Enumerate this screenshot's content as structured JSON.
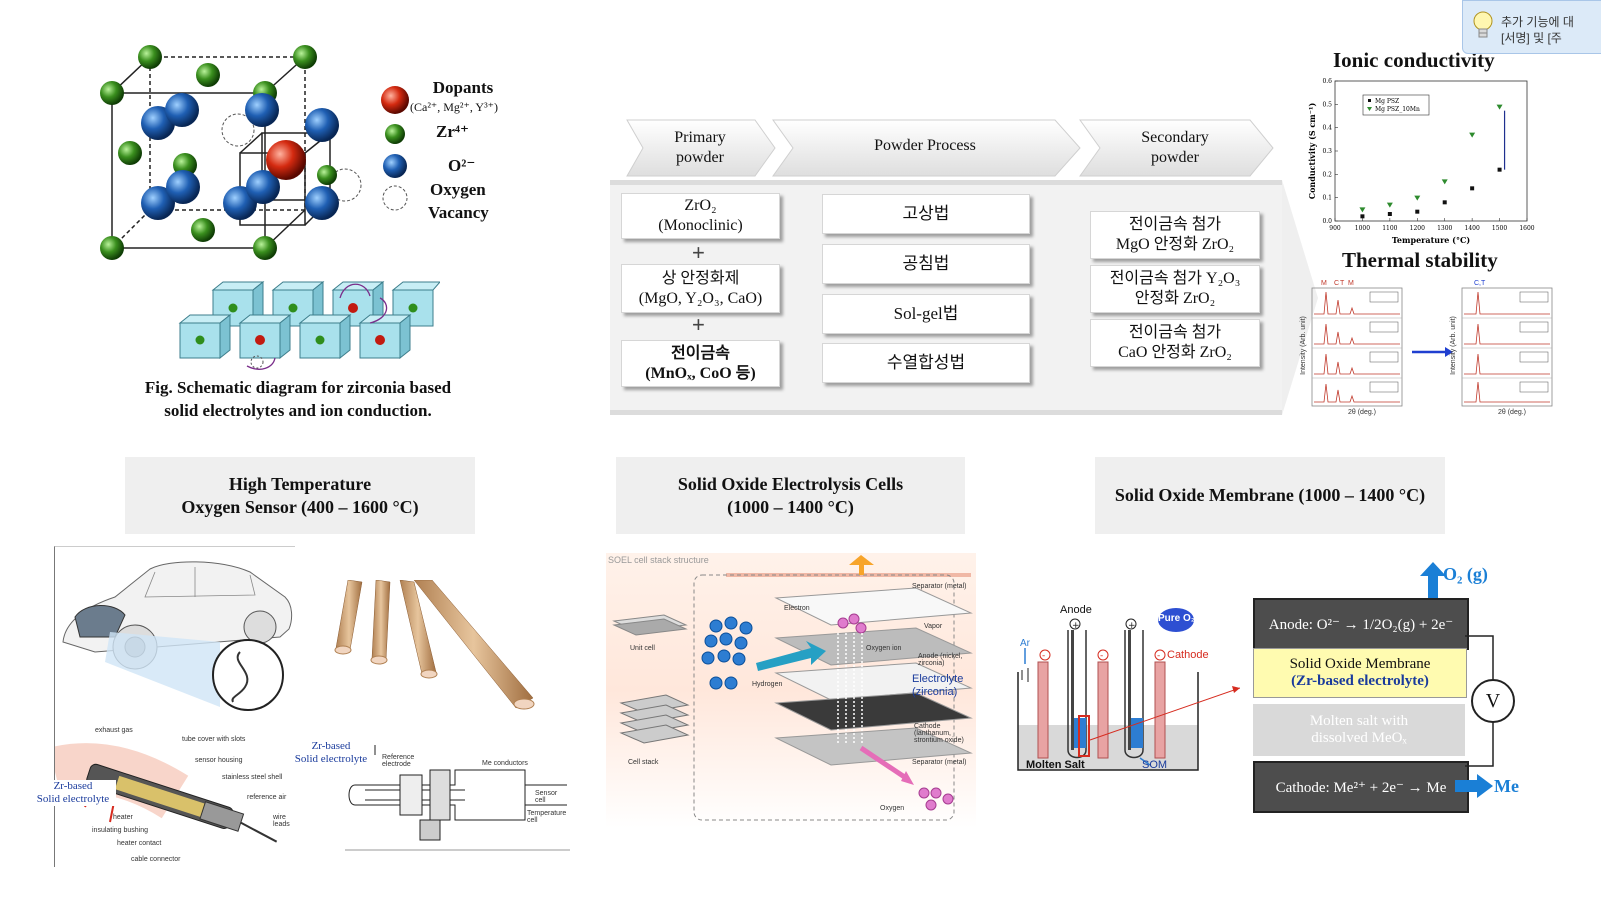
{
  "crystal": {
    "legend": {
      "dopants": "Dopants",
      "dopants_ions": "(Ca²⁺, Mg²⁺, Y³⁺)",
      "zr": "Zr⁴⁺",
      "o": "O²⁻",
      "vacancy_line1": "Oxygen",
      "vacancy_line2": "Vacancy"
    },
    "caption_line1": "Fig. Schematic diagram for zirconia based",
    "caption_line2": "solid electrolytes and ion conduction."
  },
  "process": {
    "headers": [
      "Primary powder",
      "Powder Process",
      "Secondary powder"
    ],
    "primary": {
      "item1_line1": "ZrO₂",
      "item1_line2": "(Monoclinic)",
      "plus": "+",
      "item2_line1": "상 안정화제",
      "item2_line2": "(MgO, Y₂O₃, CaO)",
      "item3_line1": "전이금속",
      "item3_line2": "(MnOₓ, CoO 등)"
    },
    "methods": [
      "고상법",
      "공침법",
      "Sol-gel법",
      "수열합성법"
    ],
    "secondary": [
      {
        "line1": "전이금속 첨가",
        "line2": "MgO 안정화 ZrO₂"
      },
      {
        "line1": "전이금속 첨가 Y₂O₃",
        "line2": "안정화 ZrO₂"
      },
      {
        "line1": "전이금속 첨가",
        "line2": "CaO 안정화 ZrO₂"
      }
    ]
  },
  "ionic_chart": {
    "title": "Ionic conductivity",
    "ylabel": "Conductivity (S cm⁻¹)",
    "xlabel": "Temperature (°C)",
    "legend": [
      "Mg PSZ",
      "Mg PSZ_10Mn"
    ]
  },
  "chart_data": {
    "type": "scatter",
    "title": "Ionic conductivity",
    "xlabel": "Temperature (°C)",
    "ylabel": "Conductivity (S cm⁻¹)",
    "xlim": [
      900,
      1600
    ],
    "ylim": [
      0,
      0.6
    ],
    "x_ticks": [
      "900",
      "1000",
      "1100",
      "1200",
      "1300",
      "1400",
      "1500",
      "1600"
    ],
    "y_ticks": [
      "0.0",
      "0.1",
      "0.2",
      "0.3",
      "0.4",
      "0.5",
      "0.6"
    ],
    "series": [
      {
        "name": "Mg PSZ",
        "x": [
          1000,
          1100,
          1200,
          1300,
          1400,
          1500
        ],
        "y": [
          0.02,
          0.03,
          0.04,
          0.08,
          0.14,
          0.22
        ]
      },
      {
        "name": "Mg PSZ_10Mn",
        "x": [
          1000,
          1100,
          1200,
          1300,
          1400,
          1500
        ],
        "y": [
          0.05,
          0.07,
          0.1,
          0.17,
          0.37,
          0.49
        ]
      }
    ]
  },
  "thermal": {
    "title": "Thermal stability",
    "ylabel": "Intensity (Arb. unit)",
    "xlabel": "2θ (deg.)",
    "peak_labels": [
      "M",
      "C",
      "T",
      "M",
      "C,T"
    ]
  },
  "tooltip": {
    "line1": "추가 기능에 대",
    "line2": "[서명] 및 [주"
  },
  "applications": {
    "sensor_title_line1": "High Temperature",
    "sensor_title_line2": "Oxygen Sensor (400 – 1600 °C)",
    "soec_title_line1": "Solid Oxide Electrolysis Cells",
    "soec_title_line2": "(1000 – 1400 °C)",
    "som_title": "Solid Oxide Membrane (1000 – 1400 °C)"
  },
  "sensor": {
    "zr_label_line1": "Zr-based",
    "zr_label_line2": "Solid electrolyte",
    "zr_label2_line1": "Zr-based",
    "zr_label2_line2": "Solid electrolyte",
    "labels": [
      "exhaust gas",
      "tube cover with slots",
      "sensor housing",
      "stainless steel shell",
      "reference air",
      "wire leads",
      "heater",
      "insulating bushing",
      "heater contact",
      "cable connector"
    ],
    "schematic_labels": [
      "Reference electrode",
      "Me conductors",
      "Sensor cell",
      "Temperature cell"
    ]
  },
  "soec": {
    "header_line": "SOEL cell stack structure",
    "labels": {
      "electron": "Electron",
      "separator_top": "Separator (metal)",
      "vapor": "Vapor",
      "oxygen_ion": "Oxygen ion",
      "anode": "Anode (nickel, zirconia)",
      "electrolyte_line1": "Electrolyte",
      "electrolyte_line2": "(zirconia)",
      "cathode": "Cathode (lanthanum, strontium oxide)",
      "separator_bottom": "Separator (metal)",
      "unit_cell": "Unit cell",
      "cell_stack": "Cell stack",
      "hydrogen": "Hydrogen",
      "oxygen": "Oxygen"
    }
  },
  "som": {
    "anode_label": "Anode",
    "pure_o2": "Pure O₂",
    "cathode_label": "Cathode",
    "ar": "Ar",
    "molten_salt": "Molten Salt",
    "som_label": "SOM",
    "o2_gas": "O₂ (g)",
    "anode_reaction": "Anode: O²⁻ → 1/2O₂(g) + 2e⁻",
    "membrane_line1": "Solid Oxide Membrane",
    "membrane_line2": "(Zr-based electrolyte)",
    "molten_line1": "Molten salt with",
    "molten_line2": "dissolved MeOₓ",
    "cathode_reaction": "Cathode: Me²⁺ + 2e⁻ → Me",
    "me": "Me",
    "v": "V"
  },
  "colors": {
    "zr_atom": "#3a8f1e",
    "o_atom": "#1f5fb3",
    "dopant_atom": "#d42a10",
    "cube_face": "#9fd8e4",
    "arrow_blue": "#1a7fd6",
    "membrane_yellow": "#fffbb0",
    "box_gray": "#4d4d4d"
  }
}
